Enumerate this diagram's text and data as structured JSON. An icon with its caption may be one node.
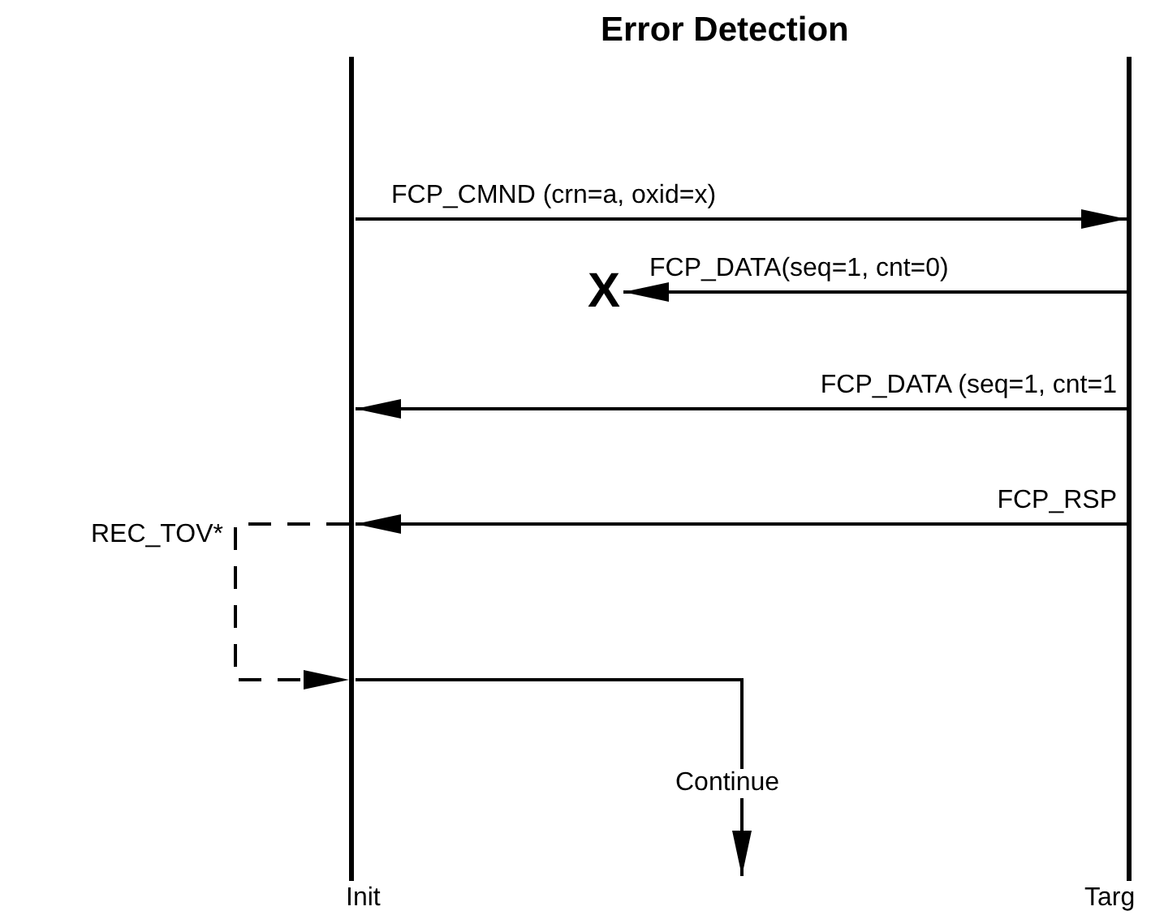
{
  "diagram": {
    "title": "Error Detection",
    "nodes": [
      {
        "text": [
          "Init"
        ]
      },
      {
        "text": [
          "Targ"
        ]
      },
      {
        "text": [
          "X"
        ]
      }
    ],
    "edges": [
      {
        "from": 0,
        "to": 1,
        "arrow": "to",
        "label": "FCP_CMND (crn=a, oxid=x)"
      },
      {
        "from": 1,
        "to": 2,
        "arrow": "to",
        "label": "FCP_DATA(seq=1, cnt=0)"
      },
      {
        "from": 1,
        "to": 0,
        "arrow": "to",
        "label": "FCP_DATA (seq=1, cnt=1"
      },
      {
        "from": 1,
        "to": 0,
        "arrow": "to",
        "label": "FCP_RSP"
      },
      {
        "from": 0,
        "to": 0,
        "arrow": "to",
        "style": "dashed",
        "label": "REC_TOV*"
      },
      {
        "from": 0,
        "to": null,
        "arrow": "to",
        "label": "Continue"
      }
    ]
  }
}
